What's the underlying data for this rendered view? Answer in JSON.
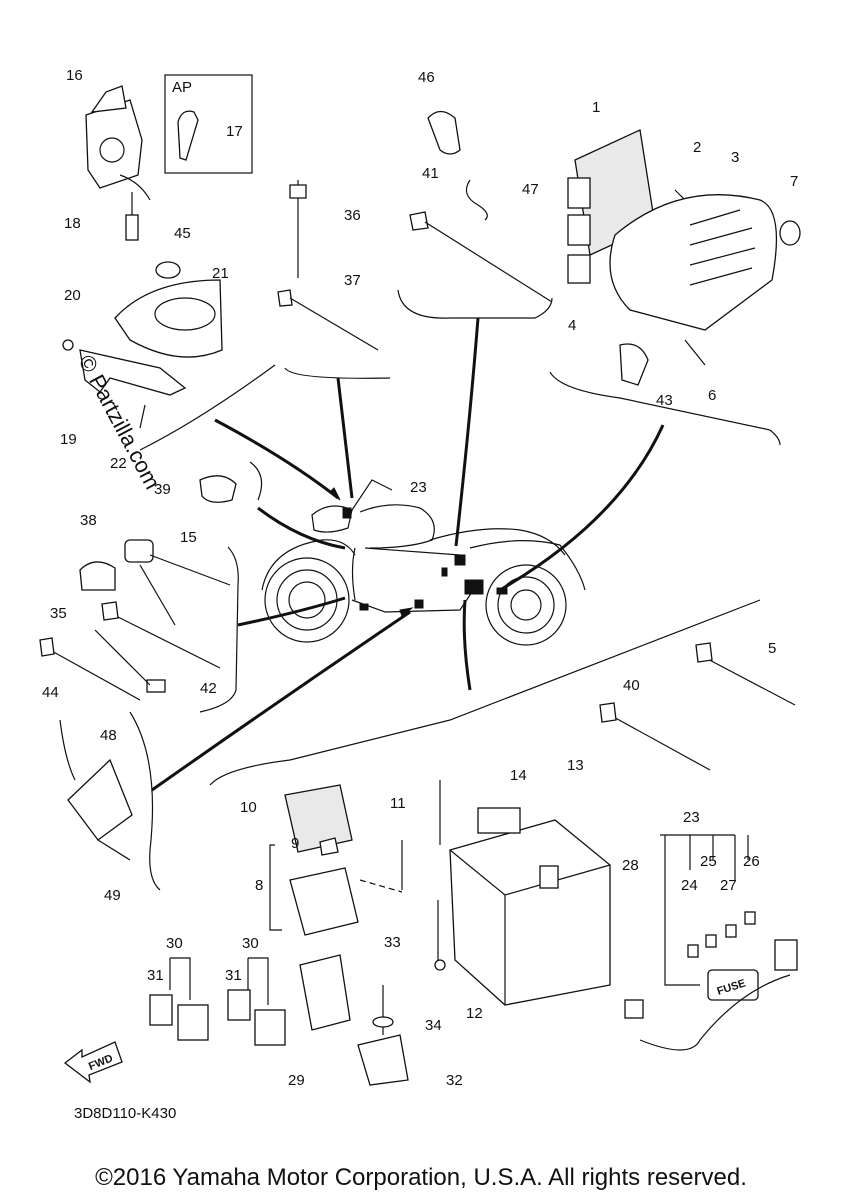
{
  "parts": [
    {
      "id": "p1",
      "number": "1"
    },
    {
      "id": "p2",
      "number": "2"
    },
    {
      "id": "p3",
      "number": "3"
    },
    {
      "id": "p4",
      "number": "4"
    },
    {
      "id": "p5",
      "number": "5"
    },
    {
      "id": "p6",
      "number": "6"
    },
    {
      "id": "p7",
      "number": "7"
    },
    {
      "id": "p8",
      "number": "8"
    },
    {
      "id": "p9",
      "number": "9"
    },
    {
      "id": "p10",
      "number": "10"
    },
    {
      "id": "p11",
      "number": "11"
    },
    {
      "id": "p12",
      "number": "12"
    },
    {
      "id": "p13",
      "number": "13"
    },
    {
      "id": "p14",
      "number": "14"
    },
    {
      "id": "p15",
      "number": "15"
    },
    {
      "id": "p16",
      "number": "16"
    },
    {
      "id": "p17",
      "number": "17"
    },
    {
      "id": "p18",
      "number": "18"
    },
    {
      "id": "p19",
      "number": "19"
    },
    {
      "id": "p20",
      "number": "20"
    },
    {
      "id": "p21",
      "number": "21"
    },
    {
      "id": "p22",
      "number": "22"
    },
    {
      "id": "p23a",
      "number": "23"
    },
    {
      "id": "p23b",
      "number": "23"
    },
    {
      "id": "p24",
      "number": "24"
    },
    {
      "id": "p25",
      "number": "25"
    },
    {
      "id": "p26",
      "number": "26"
    },
    {
      "id": "p27",
      "number": "27"
    },
    {
      "id": "p28",
      "number": "28"
    },
    {
      "id": "p29",
      "number": "29"
    },
    {
      "id": "p30a",
      "number": "30"
    },
    {
      "id": "p30b",
      "number": "30"
    },
    {
      "id": "p31a",
      "number": "31"
    },
    {
      "id": "p31b",
      "number": "31"
    },
    {
      "id": "p32",
      "number": "32"
    },
    {
      "id": "p33",
      "number": "33"
    },
    {
      "id": "p34",
      "number": "34"
    },
    {
      "id": "p35",
      "number": "35"
    },
    {
      "id": "p36",
      "number": "36"
    },
    {
      "id": "p37",
      "number": "37"
    },
    {
      "id": "p38",
      "number": "38"
    },
    {
      "id": "p39",
      "number": "39"
    },
    {
      "id": "p40",
      "number": "40"
    },
    {
      "id": "p41",
      "number": "41"
    },
    {
      "id": "p42",
      "number": "42"
    },
    {
      "id": "p43",
      "number": "43"
    },
    {
      "id": "p44",
      "number": "44"
    },
    {
      "id": "p45",
      "number": "45"
    },
    {
      "id": "p46",
      "number": "46"
    },
    {
      "id": "p47",
      "number": "47"
    },
    {
      "id": "p48",
      "number": "48"
    },
    {
      "id": "p49",
      "number": "49"
    }
  ],
  "ap_box_label": "AP",
  "fwd_label": "FWD",
  "fuse_label": "FUSE",
  "drawing_code": "3D8D110-K430",
  "watermark": "© Partzilla.com",
  "copyright": "©2016 Yamaha Motor Corporation, U.S.A. All rights reserved."
}
